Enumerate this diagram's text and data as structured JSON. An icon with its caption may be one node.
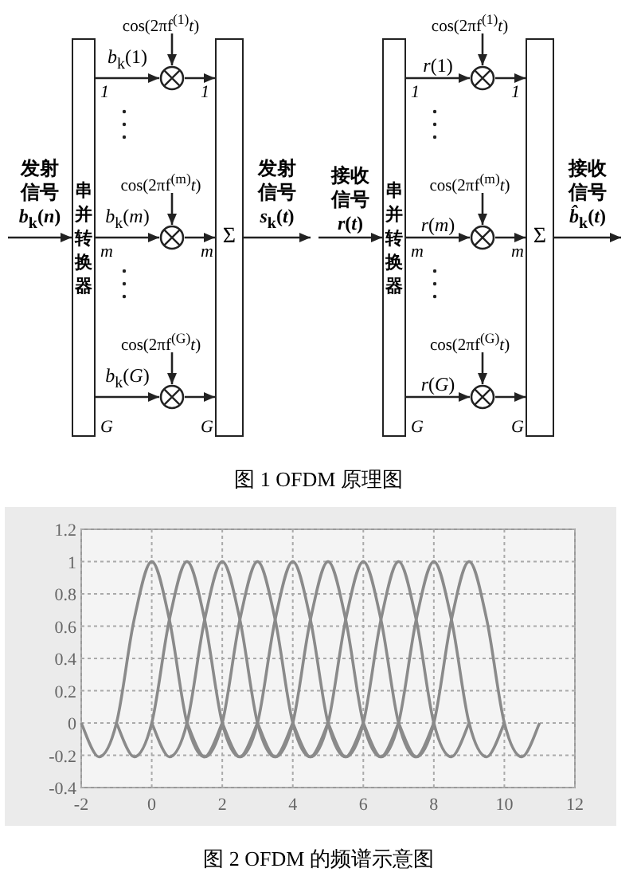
{
  "diagram": {
    "nodes": [
      {
        "text": [
          "串并转换器"
        ]
      },
      {
        "text": [
          "Σ"
        ]
      },
      {
        "text": [],
        "shape": "circle"
      },
      {
        "text": [],
        "shape": "circle"
      },
      {
        "text": [],
        "shape": "circle"
      },
      {
        "text": [
          "cos(2πf$^{(1)}$*t*)"
        ]
      },
      {
        "text": [
          "cos(2πf$^{(m)}$*t*)"
        ]
      },
      {
        "text": [
          "cos(2πf$^{(G)}$*t*)"
        ]
      },
      {
        "text": [
          "串并转换器"
        ]
      },
      {
        "text": [
          "Σ"
        ]
      },
      {
        "text": [],
        "shape": "circle"
      },
      {
        "text": [],
        "shape": "circle"
      },
      {
        "text": [],
        "shape": "circle"
      },
      {
        "text": [
          "cos(2πf$^{(1)}$*t*)"
        ]
      },
      {
        "text": [
          "cos(2πf$^{(m)}$*t*)"
        ]
      },
      {
        "text": [
          "cos(2πf$^{(G)}$*t*)"
        ]
      }
    ],
    "edges": [
      {
        "from": null,
        "to": 0,
        "arrow": "to",
        "label": "发射信号 *b*$_{k}$(*n*)"
      },
      {
        "from": 0,
        "to": 2,
        "arrow": "to",
        "label": "*b*$_{k}$(1)"
      },
      {
        "from": 0,
        "to": 3,
        "arrow": "to",
        "label": "*b*$_{k}$(*m*)"
      },
      {
        "from": 0,
        "to": 4,
        "arrow": "to",
        "label": "*b*$_{k}$(*G*)"
      },
      {
        "from": 5,
        "to": 2,
        "arrow": "to"
      },
      {
        "from": 6,
        "to": 3,
        "arrow": "to"
      },
      {
        "from": 7,
        "to": 4,
        "arrow": "to"
      },
      {
        "from": 2,
        "to": 1,
        "arrow": "to"
      },
      {
        "from": 3,
        "to": 1,
        "arrow": "to"
      },
      {
        "from": 4,
        "to": 1,
        "arrow": "to"
      },
      {
        "from": 1,
        "to": null,
        "arrow": "to",
        "label": "发射信号 *s*$_{k}$(*t*)"
      },
      {
        "from": null,
        "to": 8,
        "arrow": "to",
        "label": "接收信号 *r*(*t*)"
      },
      {
        "from": 8,
        "to": 10,
        "arrow": "to",
        "label": "*r*(1)"
      },
      {
        "from": 8,
        "to": 11,
        "arrow": "to",
        "label": "*r*(*m*)"
      },
      {
        "from": 8,
        "to": 12,
        "arrow": "to",
        "label": "*r*(*G*)"
      },
      {
        "from": 13,
        "to": 10,
        "arrow": "to"
      },
      {
        "from": 14,
        "to": 11,
        "arrow": "to"
      },
      {
        "from": 15,
        "to": 12,
        "arrow": "to"
      },
      {
        "from": 10,
        "to": 9,
        "arrow": "to"
      },
      {
        "from": 11,
        "to": 9,
        "arrow": "to"
      },
      {
        "from": 12,
        "to": 9,
        "arrow": "to"
      },
      {
        "from": 9,
        "to": null,
        "arrow": "to",
        "label": "接收信号 *b̂*$_{k}$(*t*)"
      }
    ],
    "labels": [
      "1",
      "1",
      "m",
      "m",
      "G",
      "G",
      "1",
      "1",
      "m",
      "m",
      "G",
      "G",
      "图 1 OFDM 原理图",
      "图 2 OFDM 的频谱示意图"
    ],
    "chart_data": {
      "type": "line",
      "grid": true,
      "xlim": [
        -2,
        12
      ],
      "ylim": [
        -0.4,
        1.2
      ],
      "xticks": [
        -2,
        0,
        2,
        4,
        6,
        8,
        10,
        12
      ],
      "yticks": [
        -0.4,
        -0.2,
        0,
        0.2,
        0.4,
        0.6,
        0.8,
        1,
        1.2
      ],
      "x": [
        -2,
        -1.5,
        -1,
        -0.5,
        0,
        0.5,
        1,
        1.5,
        2,
        2.5,
        3,
        3.5,
        4,
        4.5,
        5,
        5.5,
        6,
        6.5,
        7,
        7.5,
        8,
        8.5,
        9,
        9.5,
        10,
        10.5,
        11
      ],
      "series": [
        {
          "color": "#8a8a8a",
          "values": [
            0,
            -0.21,
            0,
            0.64,
            1,
            0.64,
            0,
            -0.21,
            0,
            null,
            null,
            null,
            null,
            null,
            null,
            null,
            null,
            null,
            null,
            null,
            null,
            null,
            null,
            null,
            null,
            null,
            null
          ]
        },
        {
          "color": "#8a8a8a",
          "values": [
            null,
            null,
            0,
            -0.21,
            0,
            0.64,
            1,
            0.64,
            0,
            -0.21,
            0,
            null,
            null,
            null,
            null,
            null,
            null,
            null,
            null,
            null,
            null,
            null,
            null,
            null,
            null,
            null,
            null
          ]
        },
        {
          "color": "#8a8a8a",
          "values": [
            null,
            null,
            null,
            null,
            0,
            -0.21,
            0,
            0.64,
            1,
            0.64,
            0,
            -0.21,
            0,
            null,
            null,
            null,
            null,
            null,
            null,
            null,
            null,
            null,
            null,
            null,
            null,
            null,
            null
          ]
        },
        {
          "color": "#8a8a8a",
          "values": [
            null,
            null,
            null,
            null,
            null,
            null,
            0,
            -0.21,
            0,
            0.64,
            1,
            0.64,
            0,
            -0.21,
            0,
            null,
            null,
            null,
            null,
            null,
            null,
            null,
            null,
            null,
            null,
            null,
            null
          ]
        },
        {
          "color": "#8a8a8a",
          "values": [
            null,
            null,
            null,
            null,
            null,
            null,
            null,
            null,
            0,
            -0.21,
            0,
            0.64,
            1,
            0.64,
            0,
            -0.21,
            0,
            null,
            null,
            null,
            null,
            null,
            null,
            null,
            null,
            null,
            null
          ]
        },
        {
          "color": "#8a8a8a",
          "values": [
            null,
            null,
            null,
            null,
            null,
            null,
            null,
            null,
            null,
            null,
            0,
            -0.21,
            0,
            0.64,
            1,
            0.64,
            0,
            -0.21,
            0,
            null,
            null,
            null,
            null,
            null,
            null,
            null,
            null
          ]
        },
        {
          "color": "#8a8a8a",
          "values": [
            null,
            null,
            null,
            null,
            null,
            null,
            null,
            null,
            null,
            null,
            null,
            null,
            0,
            -0.21,
            0,
            0.64,
            1,
            0.64,
            0,
            -0.21,
            0,
            null,
            null,
            null,
            null,
            null,
            null
          ]
        },
        {
          "color": "#8a8a8a",
          "values": [
            null,
            null,
            null,
            null,
            null,
            null,
            null,
            null,
            null,
            null,
            null,
            null,
            null,
            null,
            0,
            -0.21,
            0,
            0.64,
            1,
            0.64,
            0,
            -0.21,
            0,
            null,
            null,
            null,
            null
          ]
        },
        {
          "color": "#8a8a8a",
          "values": [
            null,
            null,
            null,
            null,
            null,
            null,
            null,
            null,
            null,
            null,
            null,
            null,
            null,
            null,
            null,
            null,
            0,
            -0.21,
            0,
            0.64,
            1,
            0.64,
            0,
            -0.21,
            0,
            null,
            null
          ]
        },
        {
          "color": "#8a8a8a",
          "values": [
            null,
            null,
            null,
            null,
            null,
            null,
            null,
            null,
            null,
            null,
            null,
            null,
            null,
            null,
            null,
            null,
            null,
            null,
            0,
            -0.21,
            0,
            0.64,
            1,
            0.64,
            0,
            -0.21,
            0
          ]
        }
      ]
    }
  }
}
